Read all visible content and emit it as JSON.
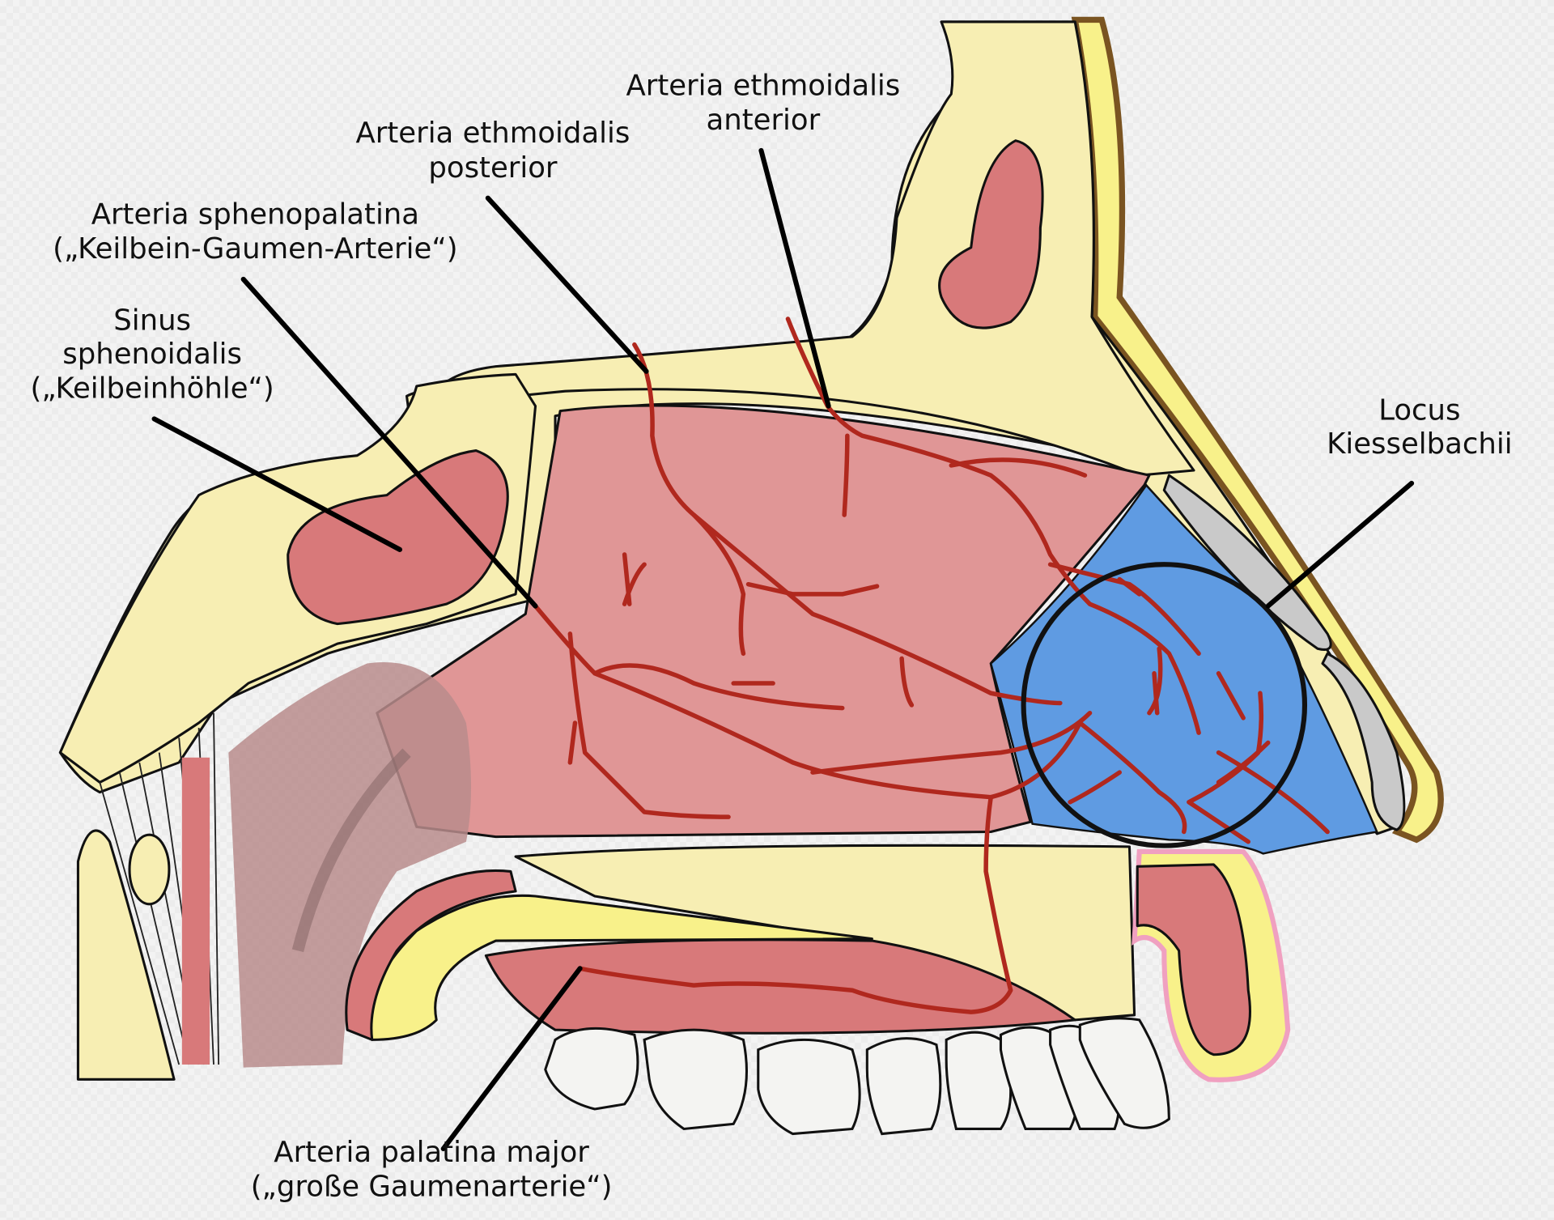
{
  "title": "Blood supply of the nasal septum",
  "labels": {
    "ethmoidalis_anterior": [
      "Arteria ethmoidalis",
      "anterior"
    ],
    "ethmoidalis_posterior": [
      "Arteria ethmoidalis",
      "posterior"
    ],
    "sphenopalatina": [
      "Arteria sphenopalatina",
      "(„Keilbein-Gaumen-Arterie“)"
    ],
    "sinus_sphenoidalis": [
      "Sinus",
      "sphenoidalis",
      "(„Keilbeinhöhle“)"
    ],
    "locus_kiesselbachii": [
      "Locus",
      "Kiesselbachii"
    ],
    "palatina_major": [
      "Arteria palatina major",
      "(„große Gaumenarterie“)"
    ]
  },
  "colors": {
    "bone": "#f7eeb3",
    "mucosa": "#e09696",
    "sinus": "#d8797a",
    "kiesselbach_area": "#5f9be2",
    "artery": "#b0281e",
    "skin": "#7a5421",
    "cartilage": "#c8c8c8"
  }
}
